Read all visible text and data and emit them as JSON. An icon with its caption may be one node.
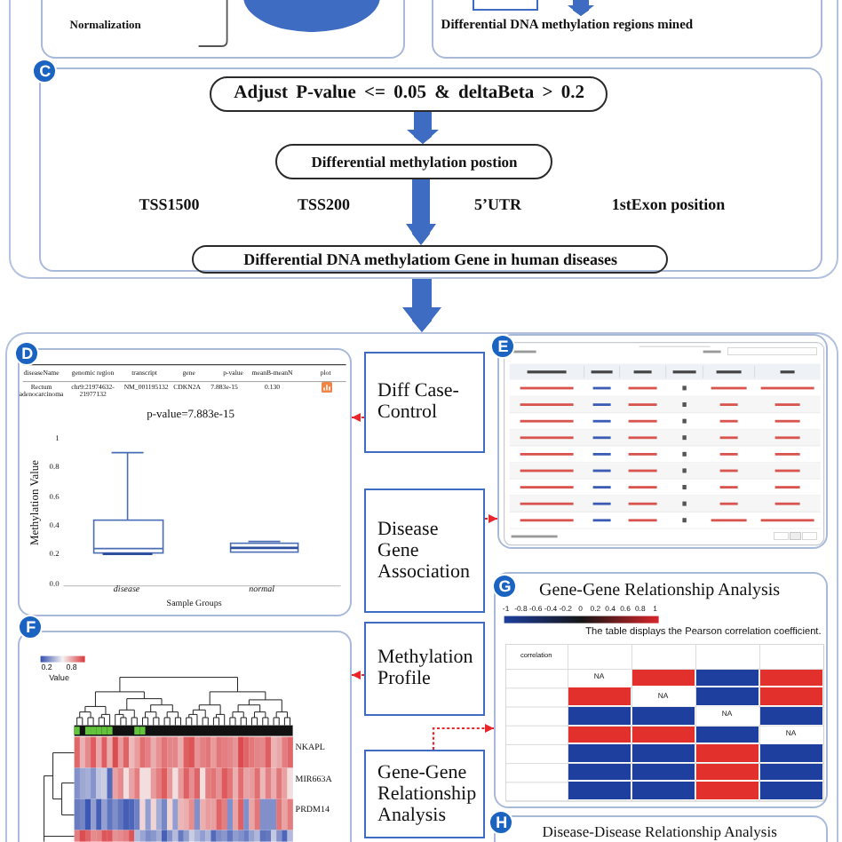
{
  "diagram": {
    "nodes": [
      {
        "text": [],
        "shape": "box"
      },
      {
        "text": [
          "Normalization"
        ],
        "in": 0
      },
      {
        "text": [],
        "shape": "ellipse",
        "in": 1
      },
      {
        "text": [],
        "shape": "box",
        "in": 0
      },
      {
        "text": [],
        "shape": "box",
        "in": 3
      },
      {
        "text": [
          "Differential DNA methylation regions mined"
        ],
        "in": 3
      },
      {
        "text": [
          "C"
        ],
        "in": 0
      },
      {
        "text": [
          "Adjust P-value <= 0.05 & deltaBeta > 0.2"
        ],
        "in": 6
      },
      {
        "text": [
          "Differential methylation postion"
        ],
        "in": 6
      },
      {
        "text": [
          "Differential DNA methylatiom Gene in human diseases"
        ],
        "in": 6
      },
      {
        "text": [],
        "shape": "box"
      },
      {
        "text": [
          "D"
        ],
        "in": 10
      },
      {
        "text": [
          "Diff Case-Control"
        ],
        "in": 10
      },
      {
        "text": [
          "Disease Gene Association"
        ],
        "in": 10
      },
      {
        "text": [
          "E"
        ],
        "in": 10
      },
      {
        "text": [
          "Methylation Profile"
        ],
        "in": 10
      },
      {
        "text": [
          "F"
        ],
        "in": 10
      },
      {
        "text": [
          "Gene-Gene Relationship Analysis"
        ],
        "in": 10
      },
      {
        "text": [
          "G",
          "Gene-Gene Relationship Analysis"
        ],
        "in": 10
      },
      {
        "text": [
          "H",
          "Disease-Disease Relationship Analysis"
        ],
        "in": 10
      }
    ],
    "edges": [
      {
        "from": null,
        "to": 5,
        "arrow": "to",
        "style": "thick"
      },
      {
        "from": 7,
        "to": 8,
        "arrow": "to",
        "style": "thick"
      },
      {
        "from": 8,
        "to": 9,
        "arrow": "to",
        "style": "thick"
      },
      {
        "from": 0,
        "to": 10,
        "arrow": "to",
        "style": "thick"
      },
      {
        "from": 12,
        "to": 11,
        "arrow": "to",
        "style": "dashed",
        "color": "#e8262b"
      },
      {
        "from": 13,
        "to": 14,
        "arrow": "to",
        "style": "dashed",
        "color": "#e8262b"
      },
      {
        "from": 15,
        "to": 16,
        "arrow": "to",
        "style": "dashed",
        "color": "#e8262b"
      },
      {
        "from": 17,
        "to": 18,
        "arrow": "to",
        "style": "dashed",
        "color": "#e8262b"
      }
    ],
    "labels": [
      "TSS1500",
      "TSS200",
      "5’UTR",
      "1stExon position",
      "diseaseName",
      "genomic region",
      "transcript",
      "gene",
      "p-value",
      "meanB-meanN",
      "plot",
      "Rectum adenocarcinoma",
      "chr9:21974632-21977132",
      "NM_001195132",
      "CDKN2A",
      "7.883e-15",
      "0.130",
      "p-value=7.883e-15",
      "Methylation Value",
      "1",
      "0.8",
      "0.6",
      "0.4",
      "0.2",
      "0.0",
      "disease",
      "normal",
      "Sample Groups",
      "0.2",
      "0.8",
      "Value",
      "NKAPL",
      "MIR663A",
      "PRDM14",
      "-1",
      "-0.8",
      "-0.6",
      "-0.4",
      "-0.2",
      "0",
      "0.2",
      "0.4",
      "0.6",
      "0.8",
      "1",
      "The table displays the Pearson correlation coefficient.",
      "correlation",
      "NA",
      "NA",
      "NA",
      "NA"
    ]
  }
}
